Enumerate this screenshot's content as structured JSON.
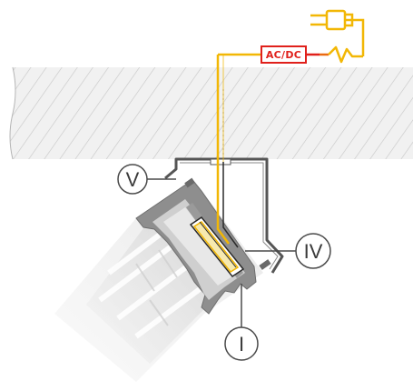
{
  "driver": {
    "label": "AC/DC"
  },
  "callouts": {
    "v": "V",
    "iv": "IV",
    "i": "I"
  },
  "colors": {
    "wire_power": "#f2b705",
    "wire_red": "#e0201b",
    "ceiling_fill": "#efefef",
    "hatch": "#c8c8c8",
    "profile_dark": "#7a7a7a",
    "profile_mid": "#a9a9a9",
    "profile_light": "#d9d9d9",
    "bracket": "#555555",
    "callout_stroke": "#4a4a4a"
  },
  "icons": {
    "plug": "plug-icon",
    "wavy_wire": "wavy-line-icon"
  }
}
